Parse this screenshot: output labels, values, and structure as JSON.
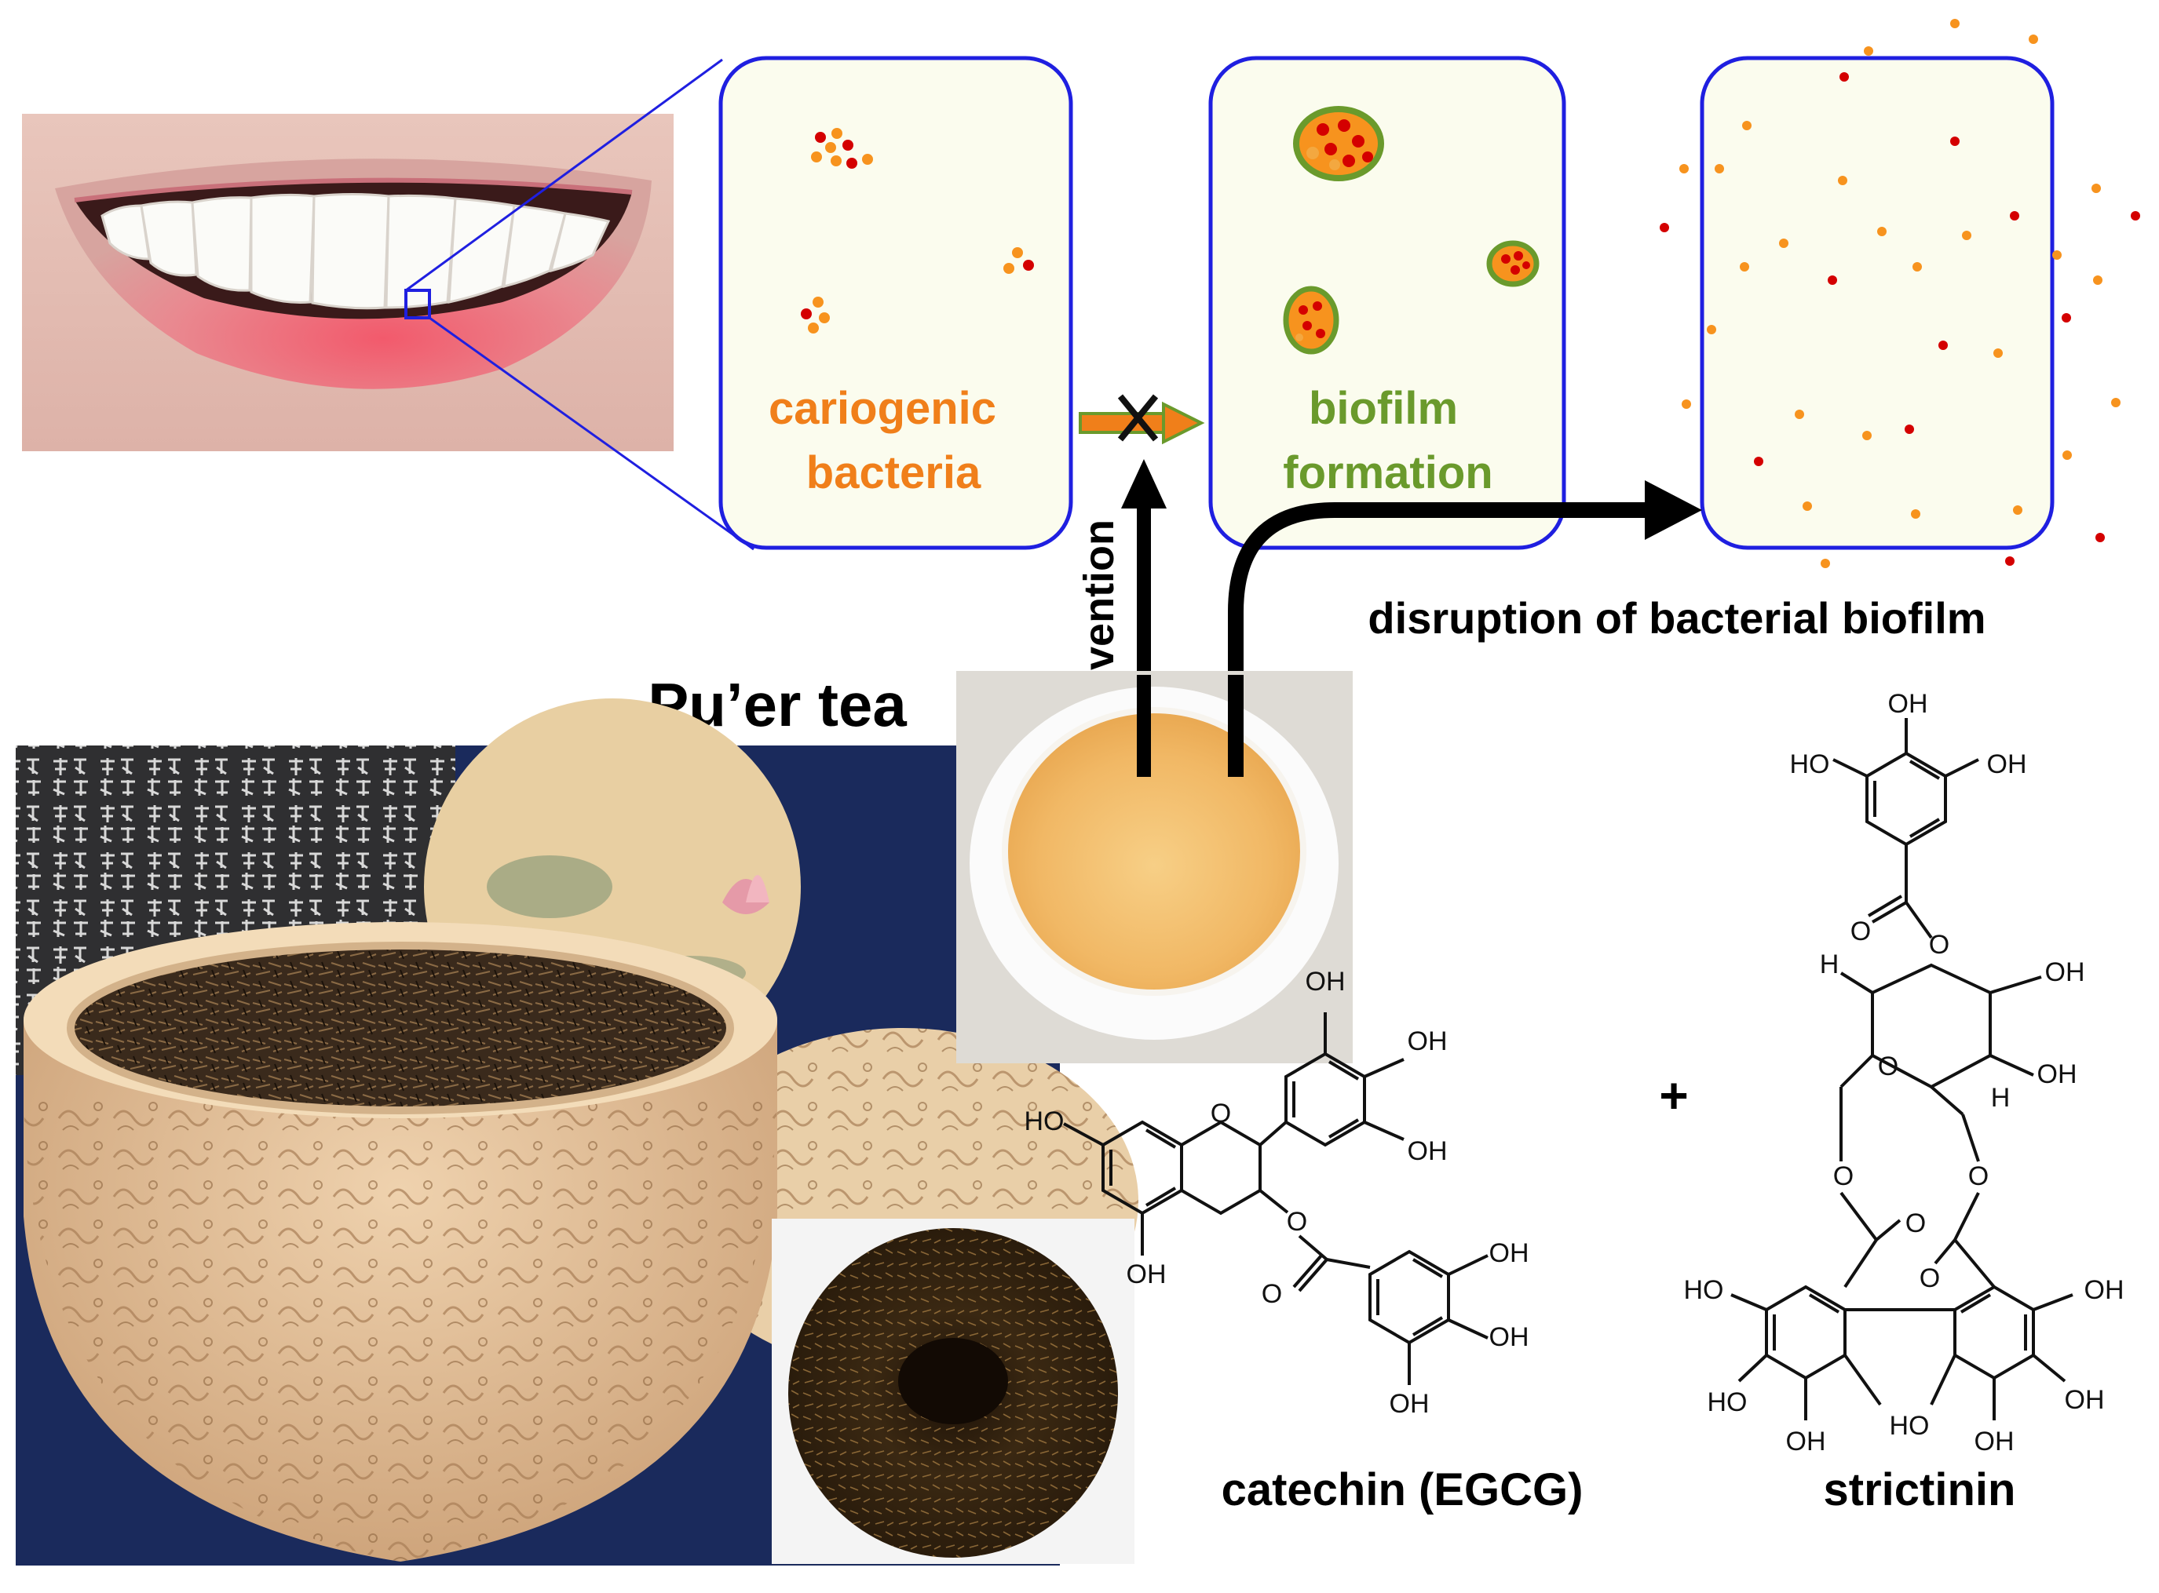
{
  "labels": {
    "cariogenic_line1": "cariogenic",
    "cariogenic_line2": "bacteria",
    "biofilm_line1": "biofilm",
    "biofilm_line2": "formation",
    "prevention": "prevention",
    "disruption": "disruption of bacterial biofilm",
    "tea": "Pu’er tea",
    "catechin": "catechin (EGCG)",
    "strictinin": "strictinin",
    "plus": "+"
  },
  "chem": {
    "oh": "OH",
    "ho": "HO",
    "o": "O",
    "h": "H"
  },
  "colors": {
    "panel_border": "#1f1fe0",
    "panel_fill": "#fbfcee",
    "cariogenic_text": "#f07f1a",
    "biofilm_text": "#6a9a2c",
    "arrow": "#000000",
    "bacteria_orange": "#f7931e",
    "bacteria_red": "#d40000",
    "tea_liquid": "#f1b865"
  },
  "icons": {
    "blocked_arrow": "orange-arrow-with-x-icon"
  }
}
